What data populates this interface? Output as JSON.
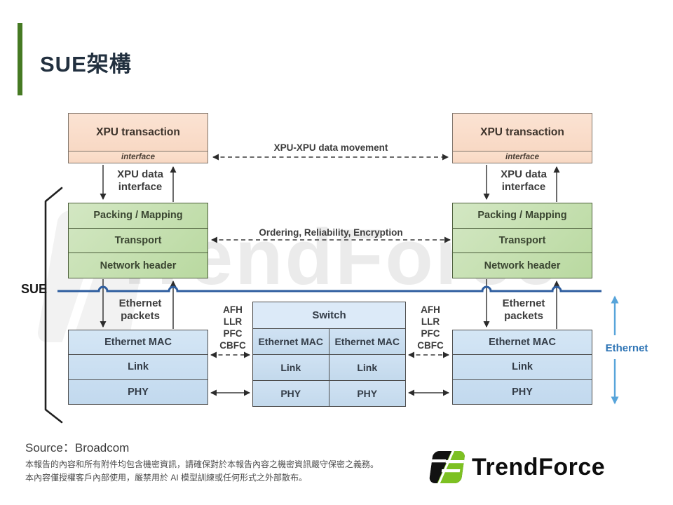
{
  "page": {
    "title": "SUE架構",
    "source_label": "Source：Broadcom",
    "disclaimer_line1": "本報告的內容和所有附件均包含機密資訊，請確保對於本報告內容之機密資訊嚴守保密之義務。",
    "disclaimer_line2": "本內容僅授權客戶內部使用，嚴禁用於 AI 模型訓練或任何形式之外部散布。",
    "watermark_text": "TrendForce",
    "logo_text": "TrendForce"
  },
  "colors": {
    "accent_bar_green": "#467a23",
    "sue_line_blue": "#2d5d9f",
    "ethernet_arrow_blue": "#57a4da",
    "ethernet_label_blue": "#2e74b5",
    "logo_green": "#7dc122",
    "xpu_box_fill": "#f9dac4",
    "sue_layer_fill": "#c8e1b2",
    "ethernet_layer_fill": "#cbdff2"
  },
  "diagram": {
    "sue_brace_label": "SUE",
    "xpu_node": {
      "title": "XPU transaction",
      "interface_label": "interface"
    },
    "sue_layers": [
      "Packing / Mapping",
      "Transport",
      "Network header"
    ],
    "ethernet_layers": [
      "Ethernet MAC",
      "Link",
      "PHY"
    ],
    "switch": {
      "title": "Switch"
    },
    "flow_labels": {
      "xpu_xpu": "XPU-XPU data movement",
      "xpu_data_interface_line1": "XPU data",
      "xpu_data_interface_line2": "interface",
      "ordering": "Ordering, Reliability, Encryption",
      "ethernet_packets_line1": "Ethernet",
      "ethernet_packets_line2": "packets",
      "ethernet_side_label": "Ethernet"
    },
    "flow_control": [
      "AFH",
      "LLR",
      "PFC",
      "CBFC"
    ]
  }
}
